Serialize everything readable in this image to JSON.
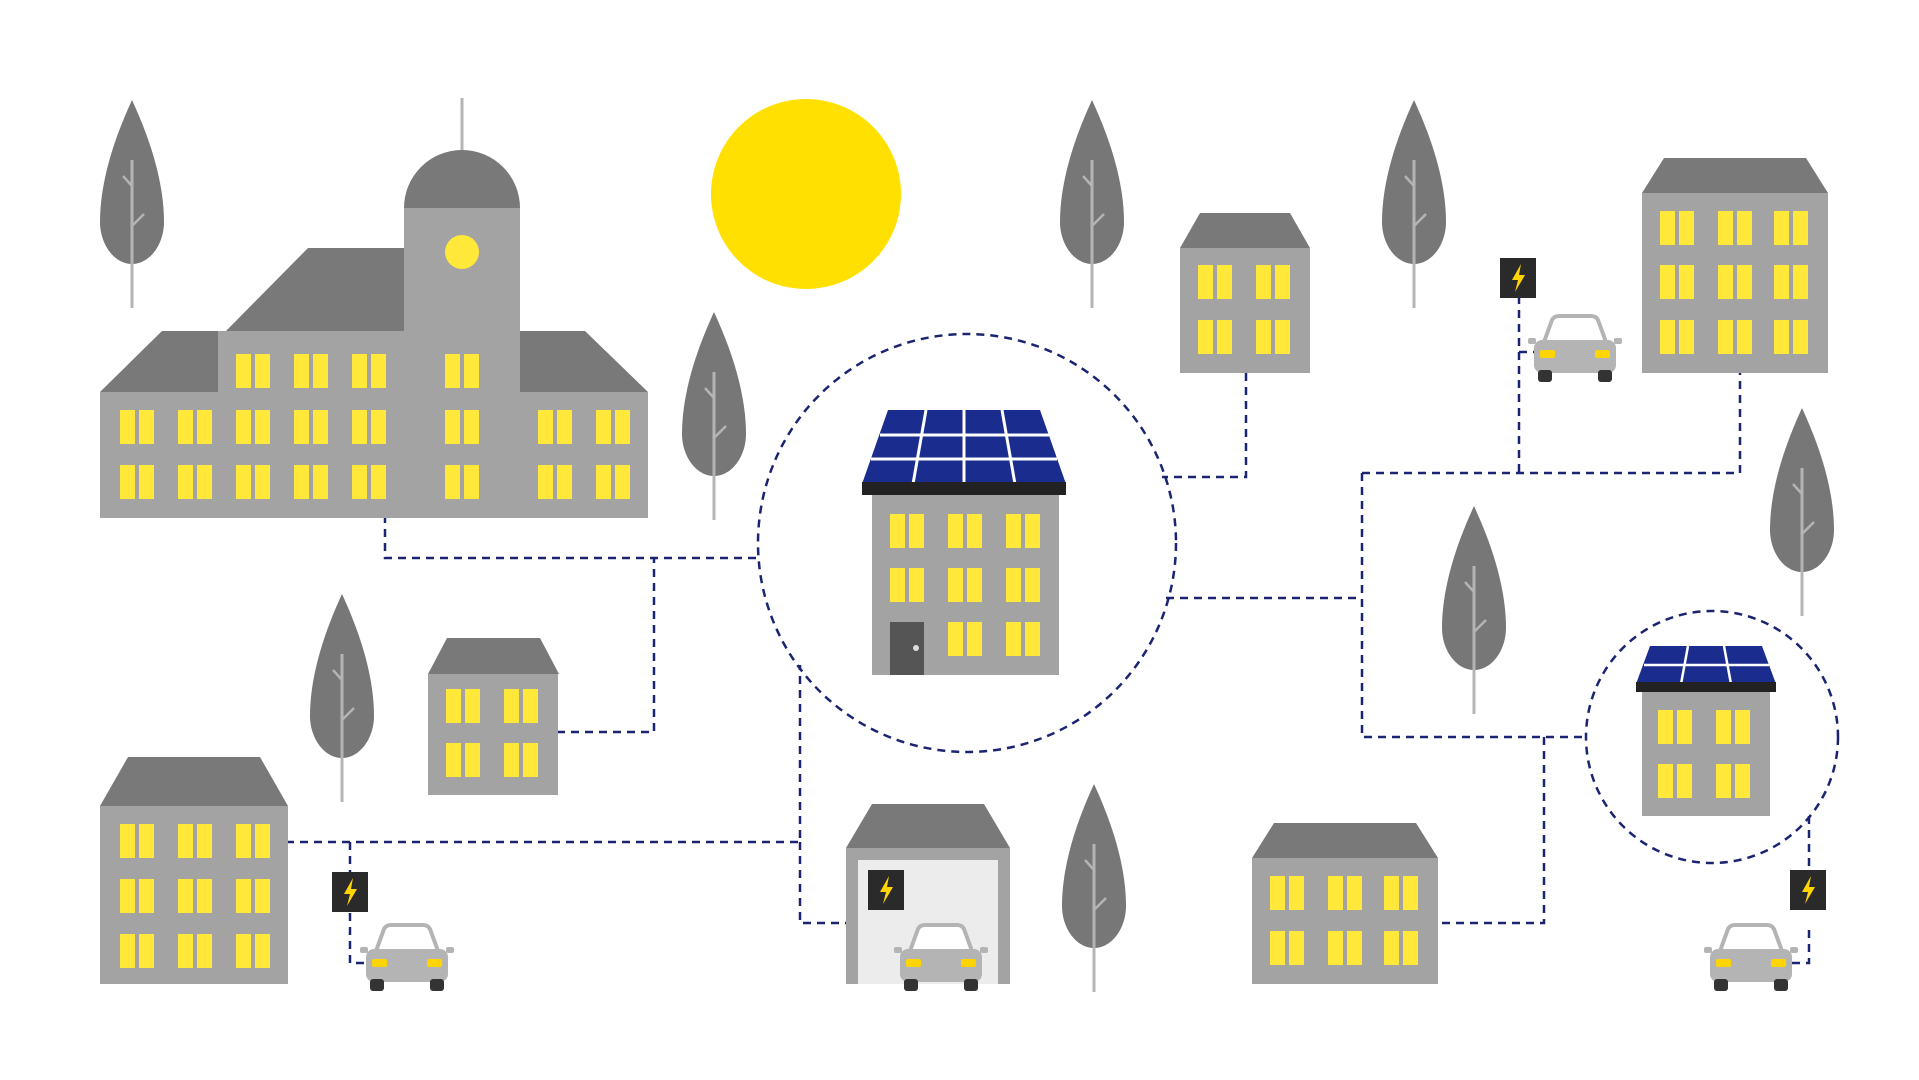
{
  "scene": {
    "title": "",
    "colors": {
      "background": "#ffffff",
      "building": "#a3a3a3",
      "roof": "#797979",
      "window": "#ffe83a",
      "sun": "#ffe000",
      "tree": "#777777",
      "trunk": "#b4b4b4",
      "solar_panel": "#1a2c8e",
      "grid_line": "#1a2471",
      "charger": "#2a2a2a",
      "bolt": "#ffd400",
      "car": "#b4b4b4",
      "garage_door": "#ececec"
    },
    "icons": {
      "sun": "sun-icon",
      "tree": "tree-icon",
      "solar_panel": "solar-panel-icon",
      "charger": "ev-charger-icon",
      "car": "car-icon"
    },
    "network": {
      "hubs": [
        "central-solar-building",
        "small-solar-building"
      ],
      "connected_buildings": [
        "town-hall",
        "small-house-top",
        "small-house-left",
        "apartment-top-right",
        "apartment-bottom-left",
        "garage",
        "apartment-bottom-center"
      ],
      "chargers_count": 4,
      "cars_count": 4
    }
  }
}
